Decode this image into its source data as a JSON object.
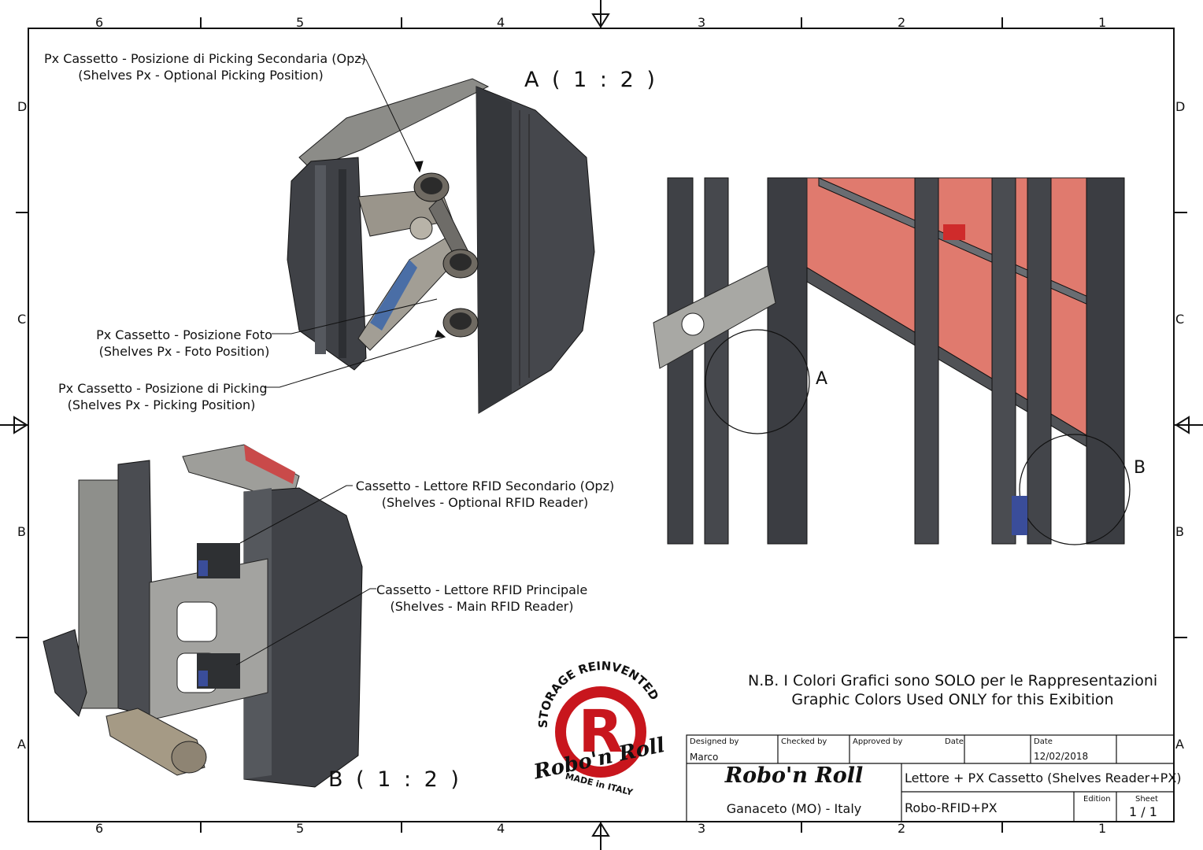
{
  "sheet": {
    "zones_top": [
      "6",
      "5",
      "4",
      "3",
      "2",
      "1"
    ],
    "zones_side": [
      "D",
      "C",
      "B",
      "A"
    ]
  },
  "view_a": {
    "label": "A ( 1 : 2 )",
    "callout_1": [
      "Px Cassetto - Posizione di Picking Secondaria (Opz)",
      "(Shelves Px - Optional Picking Position)"
    ],
    "callout_2": [
      "Px Cassetto - Posizione Foto",
      "(Shelves Px - Foto Position)"
    ],
    "callout_3": [
      "Px Cassetto - Posizione di Picking",
      "(Shelves Px - Picking Position)"
    ]
  },
  "view_b": {
    "label": "B ( 1 : 2 )",
    "callout_1": [
      "Cassetto - Lettore RFID Secondario (Opz)",
      "(Shelves - Optional RFID Reader)"
    ],
    "callout_2": [
      "Cassetto - Lettore RFID Principale",
      "(Shelves - Main RFID Reader)"
    ]
  },
  "main_view": {
    "detail_a": "A",
    "detail_b": "B"
  },
  "note": {
    "line_1": "N.B. I Colori Grafici sono SOLO per le Rappresentazioni",
    "line_2": "Graphic Colors Used ONLY for this Exibition"
  },
  "logo": {
    "top_text": "STORAGE REINVENTED",
    "script_text": "Robo'n Roll",
    "bottom_text": "MADE in ITALY",
    "letter": "R",
    "red": "#c8161d"
  },
  "title_block": {
    "designed_by_label": "Designed by",
    "designed_by": "Marco",
    "checked_by_label": "Checked by",
    "approved_by_label": "Approved by",
    "date_label_1": "Date",
    "date_label_2": "Date",
    "date": "12/02/2018",
    "company": "Robo'n Roll",
    "location": "Ganaceto (MO) - Italy",
    "title": "Lettore + PX Cassetto (Shelves Reader+PX)",
    "part_number": "Robo-RFID+PX",
    "edition_label": "Edition",
    "sheet_label": "Sheet",
    "sheet": "1 / 1"
  },
  "colors": {
    "frame_dark": "#3b3d42",
    "frame_mid": "#5d6066",
    "panel_red": "#e07a6e",
    "part_grey": "#8f8f8a"
  }
}
